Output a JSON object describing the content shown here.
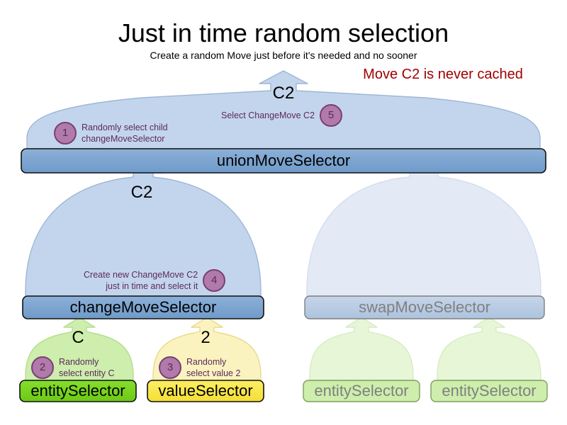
{
  "header": {
    "title": "Just in time random selection",
    "subtitle": "Create a random Move just before it's needed and no sooner",
    "note": "Move C2 is never cached",
    "note_color": "#a00000"
  },
  "colors": {
    "selector_blue_fill": "#7ba3d0",
    "selector_blue_stroke": "#111111",
    "arrow_blue_fill": "#c3d5ec",
    "arrow_blue_stroke": "#9db6d6",
    "selector_green_fill": "#79d61f",
    "selector_green_stroke": "#111111",
    "arrow_green_fill": "#cdeeac",
    "arrow_green_stroke": "#b6dd90",
    "selector_yellow_fill": "#f7e64a",
    "selector_yellow_stroke": "#111111",
    "arrow_yellow_fill": "#fbf3bf",
    "arrow_yellow_stroke": "#ead98a",
    "faded_selector_blue_fill": "#b9cce3",
    "faded_selector_blue_stroke": "#7f7f7f",
    "faded_arrow_blue_fill": "#e4eaf5",
    "faded_arrow_blue_stroke": "#d3ddee",
    "faded_selector_green_fill": "#cdeeac",
    "faded_selector_green_stroke": "#7f9e5e",
    "faded_arrow_green_fill": "#e6f6d7",
    "faded_arrow_green_stroke": "#d6ebc2",
    "faded_text": "#808080",
    "badge_fill": "#b07aaa",
    "badge_stroke": "#7a3f74",
    "annotation_text": "#5c2b59"
  },
  "nodes": {
    "union_move_selector": {
      "label": "unionMoveSelector",
      "faded": false
    },
    "change_move_selector": {
      "label": "changeMoveSelector",
      "faded": false
    },
    "swap_move_selector": {
      "label": "swapMoveSelector",
      "faded": true
    },
    "entity_selector_change": {
      "label": "entitySelector",
      "faded": false
    },
    "value_selector_change": {
      "label": "valueSelector",
      "faded": false
    },
    "entity_selector_swap_left": {
      "label": "entitySelector",
      "faded": true
    },
    "entity_selector_swap_right": {
      "label": "entitySelector",
      "faded": true
    }
  },
  "arrow_payloads": {
    "union_out": "C2",
    "change_out": "C2",
    "entity_out": "C",
    "value_out": "2"
  },
  "steps": [
    {
      "number": "1",
      "text": "Randomly select child\nchangeMoveSelector"
    },
    {
      "number": "2",
      "text": "Randomly\nselect entity C"
    },
    {
      "number": "3",
      "text": "Randomly\nselect value 2"
    },
    {
      "number": "4",
      "text": "Create new ChangeMove C2\njust in time and select it"
    },
    {
      "number": "5",
      "text": "Select ChangeMove C2"
    }
  ]
}
